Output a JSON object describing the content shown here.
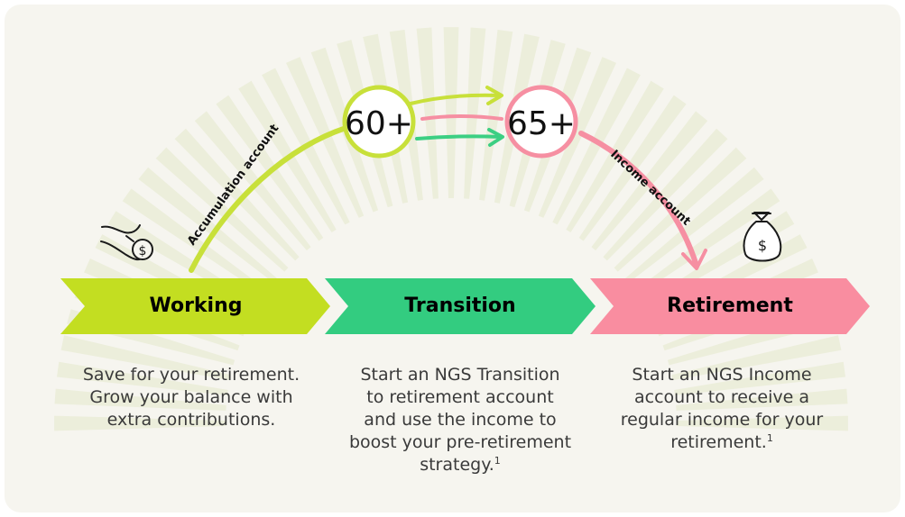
{
  "badges": {
    "transition_age": "60+",
    "retirement_age": "65+"
  },
  "curve_labels": {
    "accumulation": "Accumulation account",
    "income": "Income account"
  },
  "stages": [
    {
      "label": "Working",
      "color": "#c3de21",
      "description_lines": [
        "Save for your retirement.",
        "Grow your balance with",
        "extra contributions."
      ]
    },
    {
      "label": "Transition",
      "color": "#33cc80",
      "description_lines": [
        "Start an NGS Transition",
        "to retirement account",
        "and use the income to",
        "boost your pre-retirement",
        "strategy."
      ],
      "footnote": "1"
    },
    {
      "label": "Retirement",
      "color": "#f98da0",
      "description_lines": [
        "Start an NGS Income",
        "account to receive a",
        "regular income for your",
        "retirement."
      ],
      "footnote": "1"
    }
  ],
  "colors": {
    "background": "#f6f5ef",
    "ray": "#eceedb",
    "accumulation_curve": "#c8e03a",
    "income_curve": "#f68fa2",
    "transition_arrow": "#3ccf83"
  },
  "icons": {
    "working": "hand-with-coin-icon",
    "retirement": "money-bag-icon"
  }
}
